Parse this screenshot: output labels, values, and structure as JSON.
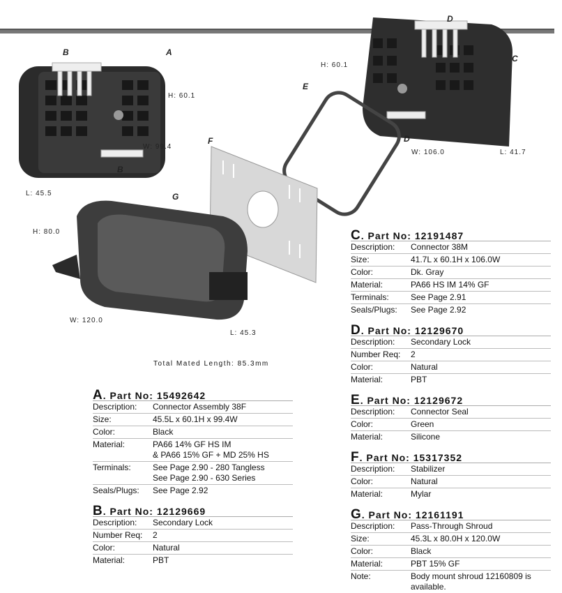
{
  "figure": {
    "labels": {
      "a_b_top": "B",
      "a_letter": "A",
      "a_h": "H: 60.1",
      "a_w": "W: 99.4",
      "a_b_bottom": "B",
      "a_l": "L: 45.5",
      "g_letter": "G",
      "g_h": "H: 80.0",
      "g_w": "W: 120.0",
      "g_l": "L: 45.3",
      "f_letter": "F",
      "e_letter": "E",
      "c_d_top": "D",
      "c_h": "H: 60.1",
      "c_letter": "C",
      "c_d_bottom": "D",
      "c_w": "W: 106.0",
      "c_l": "L: 41.7"
    },
    "total_mated_length": "Total Mated Length: 85.3mm"
  },
  "parts": [
    {
      "letter": "A",
      "part_no_label": ". Part No:",
      "part_no": "15492642",
      "rows": [
        [
          "Description:",
          "Connector Assembly 38F"
        ],
        [
          "Size:",
          "45.5L x 60.1H x 99.4W"
        ],
        [
          "Color:",
          "Black"
        ],
        [
          "Material:",
          "PA66 14% GF HS IM\n& PA66 15% GF + MD 25% HS"
        ],
        [
          "Terminals:",
          "See Page 2.90 - 280 Tangless\nSee Page 2.90 - 630 Series"
        ],
        [
          "Seals/Plugs:",
          "See Page 2.92"
        ]
      ]
    },
    {
      "letter": "B",
      "part_no_label": ". Part No:",
      "part_no": "12129669",
      "rows": [
        [
          "Description:",
          "Secondary Lock"
        ],
        [
          "Number Req:",
          "2"
        ],
        [
          "Color:",
          "Natural"
        ],
        [
          "Material:",
          "PBT"
        ]
      ]
    },
    {
      "letter": "C",
      "part_no_label": ". Part No:",
      "part_no": "12191487",
      "rows": [
        [
          "Description:",
          "Connector 38M"
        ],
        [
          "Size:",
          "41.7L x 60.1H x 106.0W"
        ],
        [
          "Color:",
          "Dk. Gray"
        ],
        [
          "Material:",
          "PA66 HS IM 14% GF"
        ],
        [
          "Terminals:",
          "See Page 2.91"
        ],
        [
          "Seals/Plugs:",
          "See Page 2.92"
        ]
      ]
    },
    {
      "letter": "D",
      "part_no_label": ". Part No:",
      "part_no": "12129670",
      "rows": [
        [
          "Description:",
          "Secondary Lock"
        ],
        [
          "Number Req:",
          "2"
        ],
        [
          "Color:",
          "Natural"
        ],
        [
          "Material:",
          "PBT"
        ]
      ]
    },
    {
      "letter": "E",
      "part_no_label": ". Part No:",
      "part_no": "12129672",
      "rows": [
        [
          "Description:",
          "Connector Seal"
        ],
        [
          "Color:",
          "Green"
        ],
        [
          "Material:",
          "Silicone"
        ]
      ]
    },
    {
      "letter": "F",
      "part_no_label": ". Part No:",
      "part_no": "15317352",
      "rows": [
        [
          "Description:",
          "Stabilizer"
        ],
        [
          "Color:",
          "Natural"
        ],
        [
          "Material:",
          "Mylar"
        ]
      ]
    },
    {
      "letter": "G",
      "part_no_label": ". Part No:",
      "part_no": "12161191",
      "rows": [
        [
          "Description:",
          "Pass-Through Shroud"
        ],
        [
          "Size:",
          "45.3L x 80.0H x 120.0W"
        ],
        [
          "Color:",
          "Black"
        ],
        [
          "Material:",
          "PBT 15% GF"
        ],
        [
          "Note:",
          "Body mount shroud 12160809 is\navailable."
        ]
      ]
    }
  ]
}
